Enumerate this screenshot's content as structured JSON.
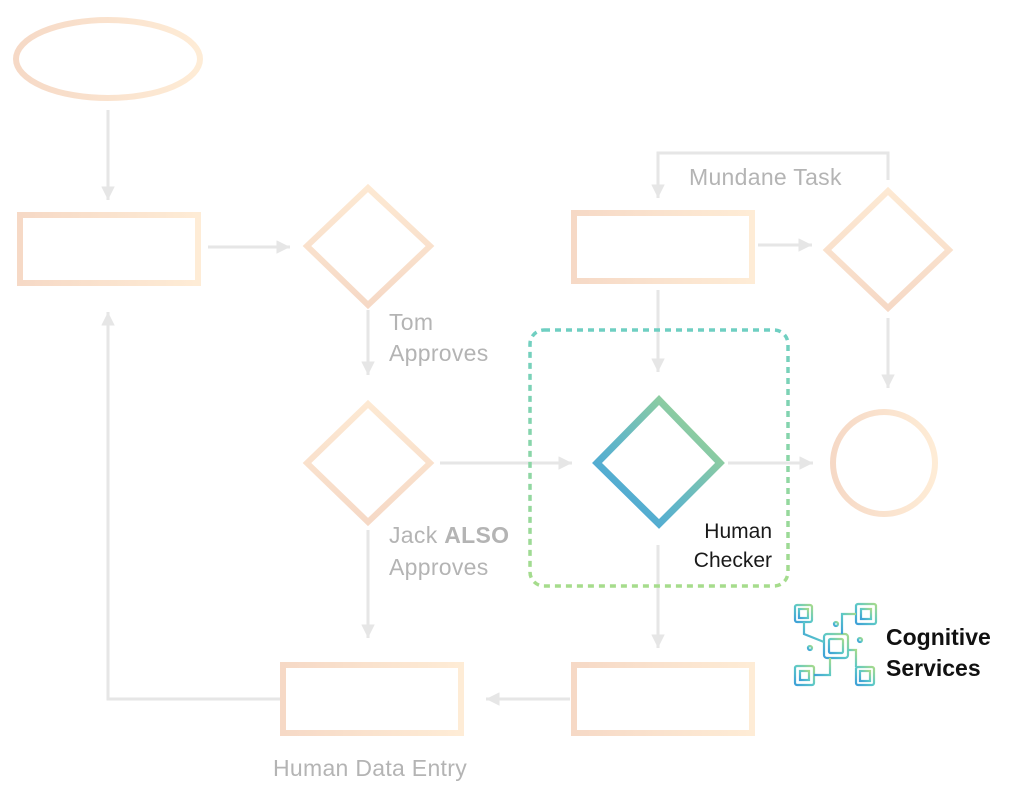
{
  "labels": {
    "mundane_task": "Mundane Task",
    "tom_line1": "Tom",
    "tom_line2": "Approves",
    "jack_line1_a": "Jack ",
    "jack_line1_b": "ALSO",
    "jack_line2": "Approves",
    "human_checker_line1": "Human",
    "human_checker_line2": "Checker",
    "cognitive_line1": "Cognitive",
    "cognitive_line2": "Services",
    "human_data_entry": "Human Data Entry"
  },
  "colors": {
    "connector": "#e6e6e6",
    "shape_peach": "#f6dccb",
    "shape_cream": "#fdebd6",
    "highlight_green": "#a6d98a",
    "highlight_blue": "#4aa3dc",
    "focus_border_teal": "#6fcfbf",
    "focus_border_green": "#a6dc8c"
  },
  "icons": {
    "cognitive": "circuit-chip-icon"
  }
}
